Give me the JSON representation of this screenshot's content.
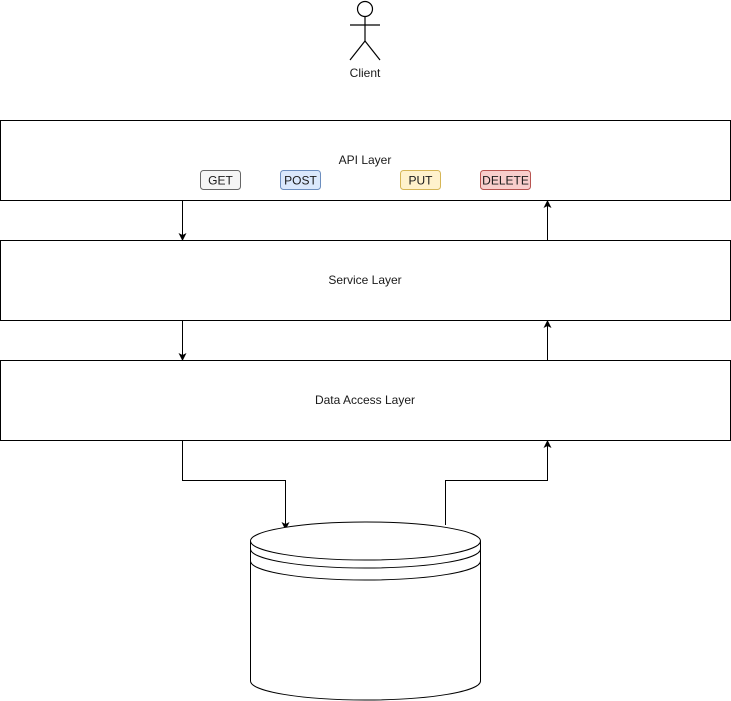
{
  "actor": {
    "label": "Client"
  },
  "layers": {
    "api": {
      "label": "API Layer"
    },
    "service": {
      "label": "Service Layer"
    },
    "data_access": {
      "label": "Data Access Layer"
    }
  },
  "methods": {
    "get": {
      "label": "GET",
      "fill": "#f5f5f5",
      "stroke": "#666666"
    },
    "post": {
      "label": "POST",
      "fill": "#dae8fc",
      "stroke": "#6c8ebf"
    },
    "put": {
      "label": "PUT",
      "fill": "#fff2cc",
      "stroke": "#d6b656"
    },
    "delete": {
      "label": "DELETE",
      "fill": "#f8cecc",
      "stroke": "#b85450"
    }
  },
  "database": {
    "icon": "database-cylinder-icon"
  }
}
